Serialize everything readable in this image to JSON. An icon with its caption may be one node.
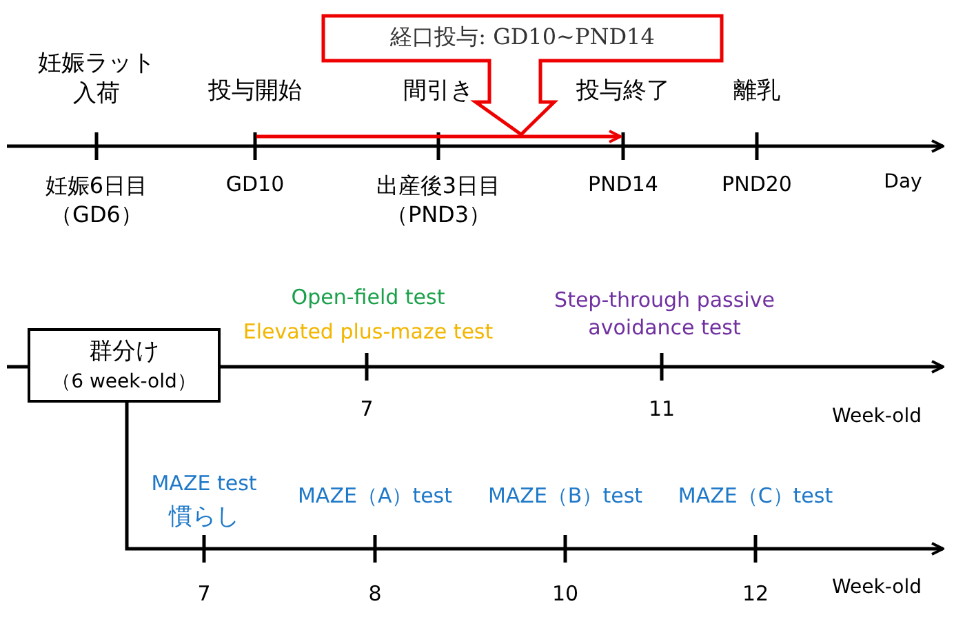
{
  "diagram": {
    "nodes": [
      {
        "text": [
          "経口投与: GD10~PND14"
        ]
      },
      {
        "text": [
          "群分け",
          "（6 week-old）"
        ]
      }
    ],
    "labels": [
      "妊娠ラット入荷",
      "投与開始",
      "間引き",
      "投与終了",
      "離乳",
      "妊娠6日目（GD6）",
      "GD10",
      "出産後3日目（PND3）",
      "PND14",
      "PND20",
      "Day",
      "Open-field test",
      "Elevated plus-maze test",
      "Step-through passive avoidance test",
      "7",
      "11",
      "Week-old",
      "MAZE test",
      "慣らし",
      "MAZE（A）test",
      "MAZE（B）test",
      "MAZE（C）test",
      "7",
      "8",
      "10",
      "12",
      "Week-old"
    ]
  }
}
